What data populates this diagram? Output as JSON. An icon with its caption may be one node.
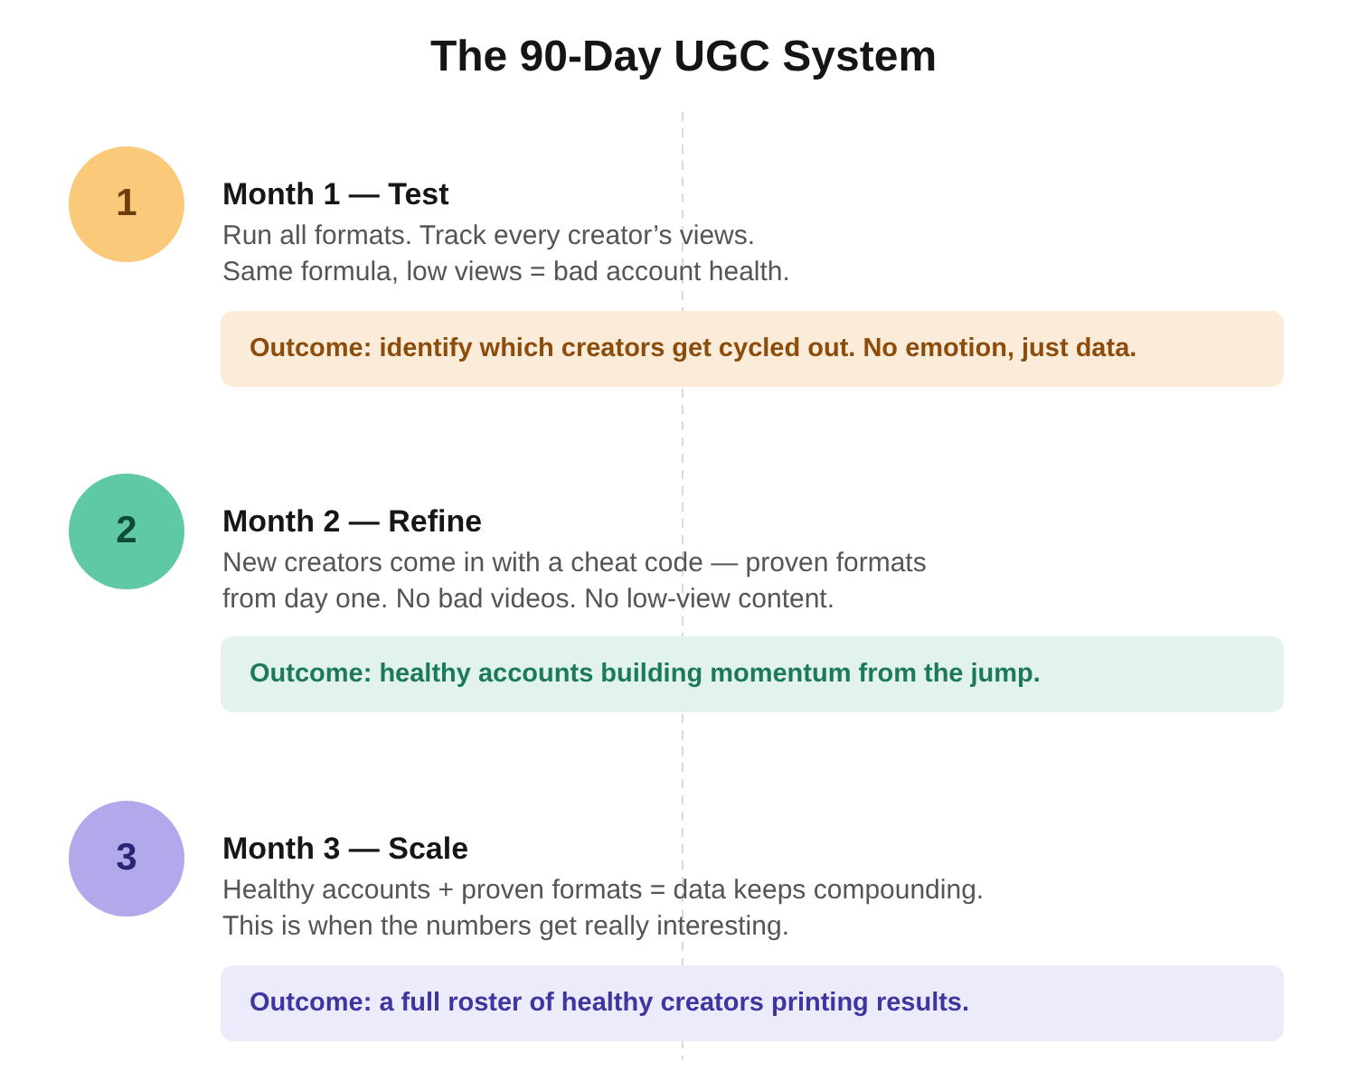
{
  "diagram": {
    "title": "The 90-Day UGC System",
    "nodes": [
      {
        "text": [
          "1"
        ],
        "beside": [
          "Month 1 — Test",
          "Run all formats. Track every creator’s views. Same formula, low views = bad account health."
        ]
      },
      {
        "text": [
          "Outcome: identify which creators get cycled out. No emotion, just data."
        ]
      },
      {
        "text": [
          "2"
        ],
        "beside": [
          "Month 2 — Refine",
          "New creators come in with a cheat code — proven formats from day one. No bad videos. No low-view content."
        ]
      },
      {
        "text": [
          "Outcome: healthy accounts building momentum from the jump."
        ]
      },
      {
        "text": [
          "3"
        ],
        "beside": [
          "Month 3 — Scale",
          "Healthy accounts + proven formats = data keeps compounding. This is when the numbers get really interesting."
        ]
      },
      {
        "text": [
          "Outcome: a full roster of healthy creators printing results."
        ]
      }
    ]
  }
}
